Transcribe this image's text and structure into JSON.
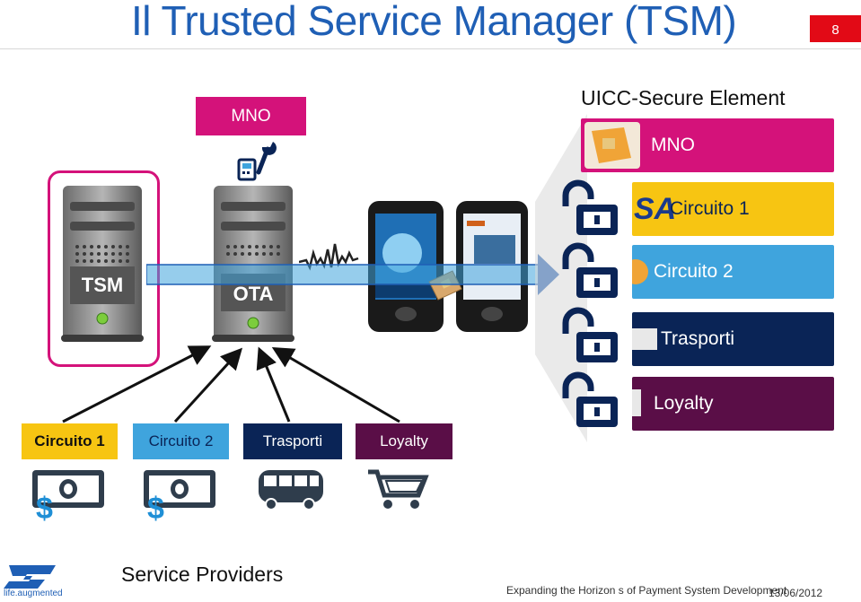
{
  "title": "Il Trusted Service Manager (TSM)",
  "page_number": "8",
  "mno_box_label": "MNO",
  "uicc": {
    "title": "UICC-Secure Element",
    "entries": [
      {
        "label": "MNO",
        "color": "#d4127a"
      },
      {
        "label": "Circuito 1",
        "color": "#f7c512"
      },
      {
        "label": "Circuito 2",
        "color": "#3fa4dd"
      },
      {
        "label": "Trasporti",
        "color": "#0a2456"
      },
      {
        "label": "Loyalty",
        "color": "#5a0e47"
      }
    ]
  },
  "servers": {
    "tsm_label": "TSM",
    "ota_label": "OTA"
  },
  "service_providers": {
    "title": "Service Providers",
    "items": [
      {
        "label": "Circuito 1",
        "color": "#f7c512",
        "text_color": "#111111",
        "icon": "money-icon"
      },
      {
        "label": "Circuito 2",
        "color": "#3fa4dd",
        "text_color": "#0a2456",
        "icon": "money-icon"
      },
      {
        "label": "Trasporti",
        "color": "#0a2456",
        "text_color": "#ffffff",
        "icon": "bus-icon"
      },
      {
        "label": "Loyalty",
        "color": "#5a0e47",
        "text_color": "#ffffff",
        "icon": "cart-icon"
      }
    ]
  },
  "footer": {
    "text": "Expanding the Horizon s of Payment System Development",
    "date": "13/06/2012",
    "logo_text": "life.augmented"
  },
  "colors": {
    "accent": "#1f5fb5",
    "tsm_highlight": "#d4127a",
    "page_badge": "#e20a16"
  }
}
